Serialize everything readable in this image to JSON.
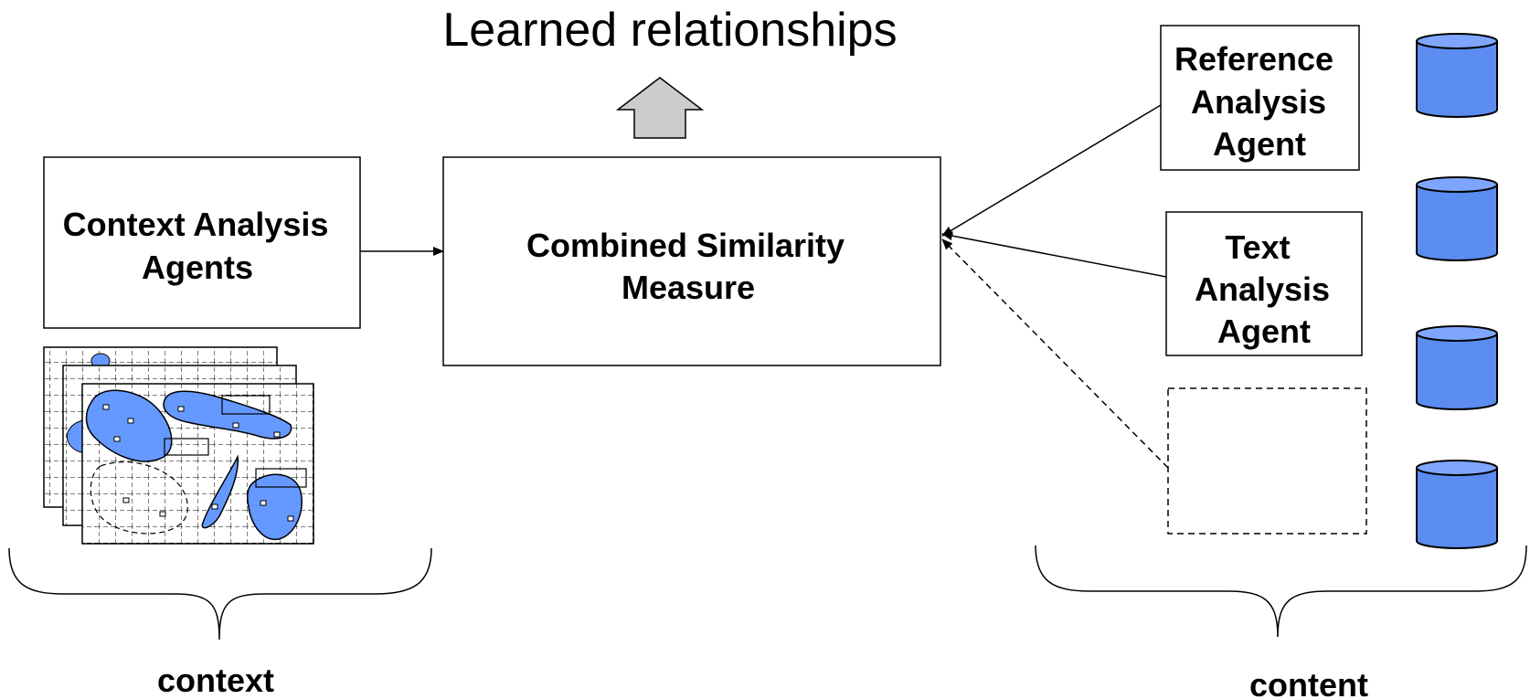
{
  "title": "Learned relationships",
  "boxes": {
    "context_agents": [
      "Context Analysis",
      "Agents"
    ],
    "combined": [
      "Combined Similarity",
      "Measure"
    ],
    "reference_agent": [
      "Reference",
      "Analysis",
      "Agent"
    ],
    "text_agent": [
      "Text",
      "Analysis",
      "Agent"
    ]
  },
  "braces": {
    "context": "context",
    "content": "content"
  },
  "colors": {
    "blob_fill": "#6699ff",
    "cylinder_fill": "#5b8cf0",
    "cylinder_top": "#7fa6ff",
    "arrow_fill": "#cccccc"
  },
  "icons": [
    "up-arrow-icon",
    "map-stack-icon",
    "database-icon"
  ]
}
